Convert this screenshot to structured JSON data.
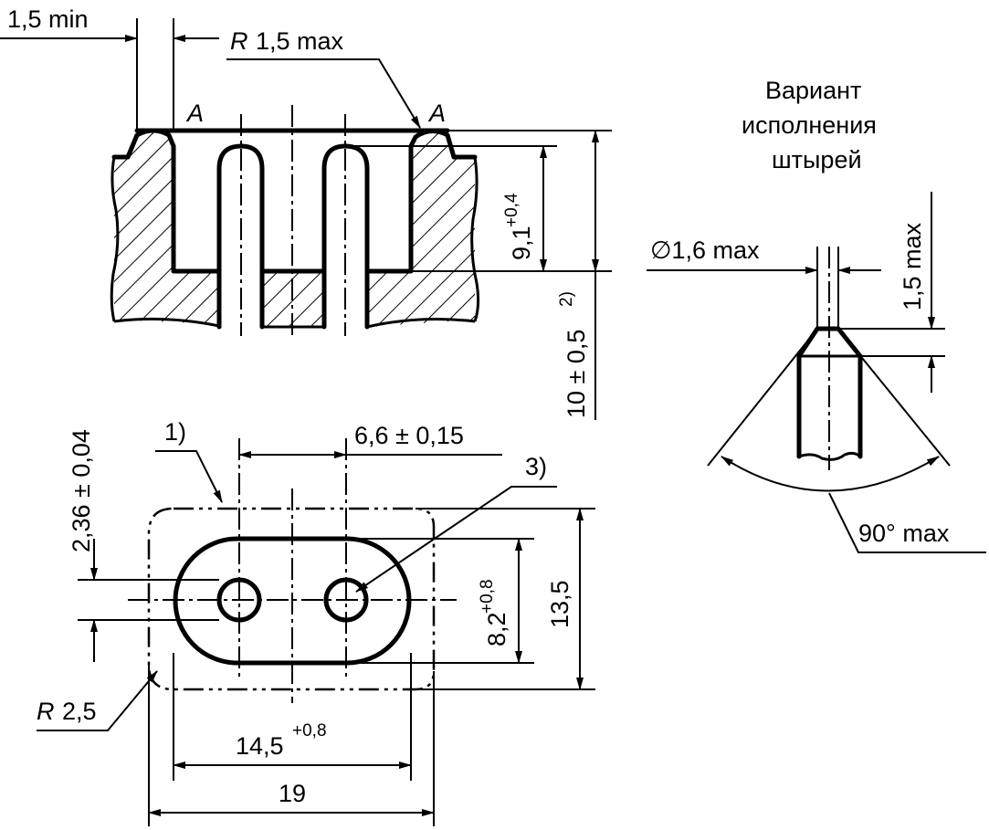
{
  "labels": {
    "min_gap": "1,5 min",
    "radius_max_prefix": "R",
    "radius_max_value": "1,5 max",
    "edge_a_left": "A",
    "edge_a_right": "A",
    "depth_inner_main": "9,1",
    "depth_inner_tol": "+0,4",
    "depth_total_main": "10 ± 0,5",
    "depth_total_note": "2)",
    "variant_line1": "Вариант",
    "variant_line2": "исполнения",
    "variant_line3": "штырей",
    "pin_diameter": "∅1,6 max",
    "chamfer_len": "1,5 max",
    "angle": "90° max",
    "note1": "1)",
    "note3": "3)",
    "pin_spacing": "6,6 ± 0,15",
    "pin_dia_tol": "2,36 ± 0,04",
    "opening_height_main": "8,2",
    "opening_height_tol": "+0,8",
    "outline_height": "13,5",
    "radius_small_prefix": "R",
    "radius_small_value": "2,5",
    "opening_width_main": "14,5",
    "opening_width_tol": "+0,8",
    "outline_width": "19"
  }
}
